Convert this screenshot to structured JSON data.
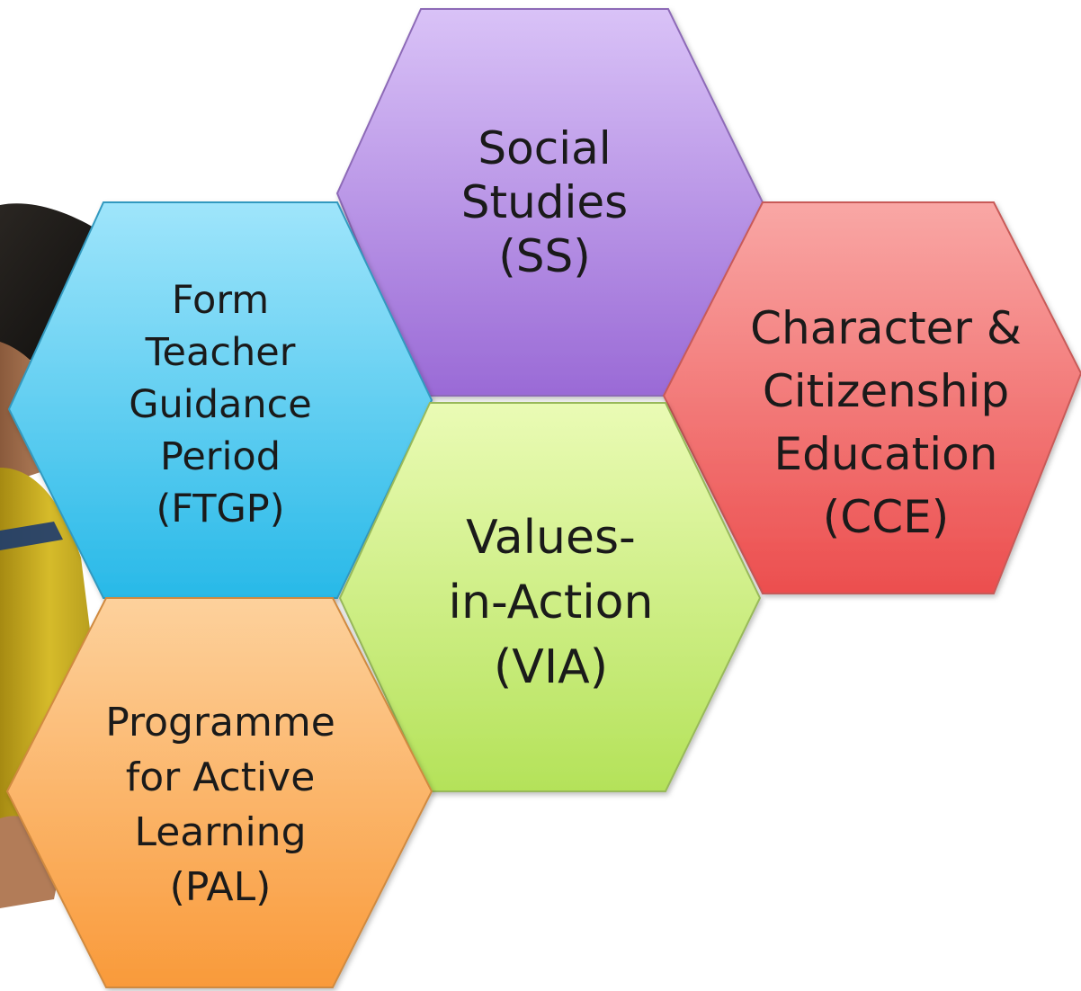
{
  "title": "",
  "colors": {
    "ss": "#a77ddb",
    "ftgp": "#3ec6ee",
    "cce": "#f06565",
    "via": "#bfe86c",
    "pal": "#fbab55",
    "text": "#1a1a1a"
  },
  "hexagons": [
    {
      "id": "ss",
      "lines": [
        "Social",
        "Studies",
        "(SS)"
      ]
    },
    {
      "id": "ftgp",
      "lines": [
        "Form",
        "Teacher",
        "Guidance",
        "Period",
        "(FTGP)"
      ]
    },
    {
      "id": "cce",
      "lines": [
        "Character &",
        "Citizenship",
        "Education",
        "(CCE)"
      ]
    },
    {
      "id": "via",
      "lines": [
        "Values-",
        "in-Action",
        "(VIA)"
      ]
    },
    {
      "id": "pal",
      "lines": [
        "Programme",
        "for Active",
        "Learning",
        "(PAL)"
      ]
    }
  ]
}
